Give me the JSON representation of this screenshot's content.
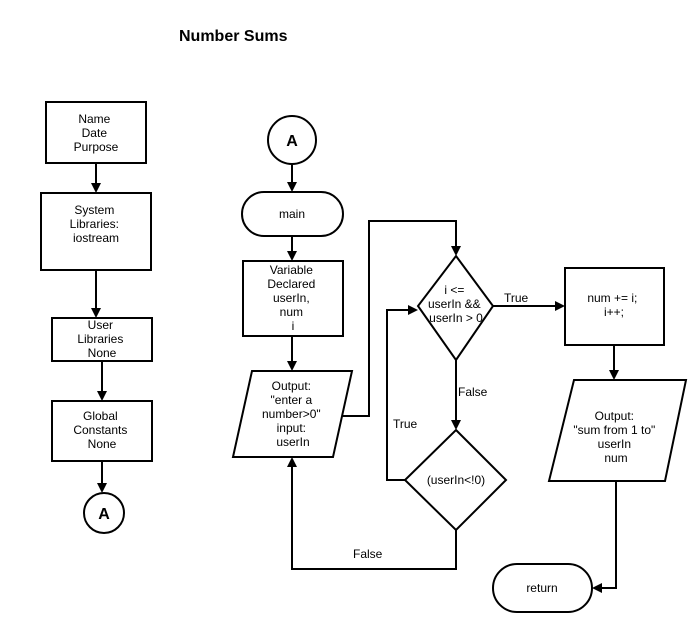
{
  "title": "Number Sums",
  "nodes": {
    "header_block": [
      "Name",
      "Date",
      "Purpose"
    ],
    "system_libraries": [
      "System",
      "Libraries:",
      "iostream"
    ],
    "user_libraries": [
      "User",
      "Libraries",
      "None"
    ],
    "global_constants": [
      "Global",
      "Constants",
      "None"
    ],
    "connector_out": "A",
    "connector_in": "A",
    "main_terminal": "main",
    "variables_block": [
      "Variable",
      "Declared",
      "userIn,",
      "num",
      "i"
    ],
    "input_output": [
      "Output:",
      "\"enter a",
      "number>0\"",
      "input:",
      "userIn"
    ],
    "loop_condition": [
      "i <=",
      "userIn &&",
      "userIn > 0"
    ],
    "validate_condition": [
      "(userIn<!0)"
    ],
    "loop_body": [
      "num += i;",
      "i++;"
    ],
    "result_output": [
      "Output:",
      "\"sum from 1 to\"",
      "userIn",
      "num"
    ],
    "return_terminal": "return"
  },
  "edge_labels": {
    "loop_true": "True",
    "loop_false": "False",
    "validate_true": "True",
    "validate_false": "False"
  }
}
